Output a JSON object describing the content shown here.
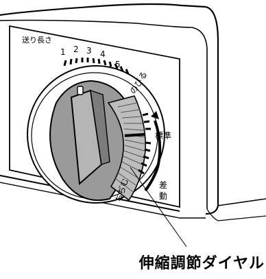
{
  "feed_length_label": "送り長さ",
  "feed_scale_numbers": [
    "1",
    "2",
    "3",
    "4",
    "5"
  ],
  "stretch_label": "のびる",
  "standard_label": "標準",
  "shrink_label": "ちぢむ",
  "differential_label": "差動",
  "caption": "伸縮調節ダイヤル"
}
